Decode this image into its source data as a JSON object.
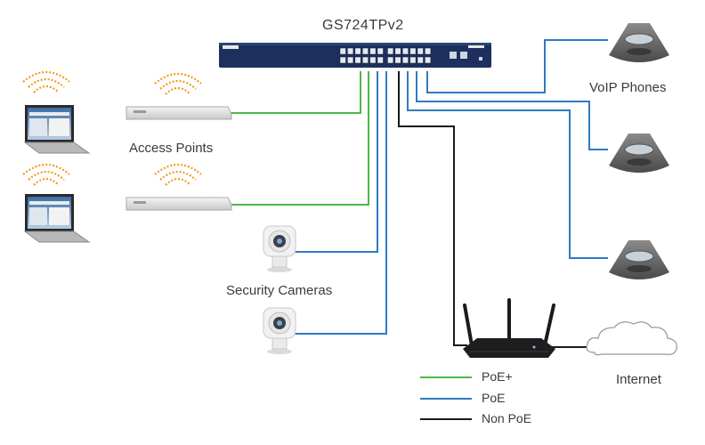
{
  "title": "GS724TPv2",
  "labels": {
    "access_points": "Access Points",
    "security_cameras": "Security Cameras",
    "voip_phones": "VoIP Phones",
    "internet": "Internet"
  },
  "legend": [
    {
      "label": "PoE+",
      "color": "#4cb848"
    },
    {
      "label": "PoE",
      "color": "#2e7bc4"
    },
    {
      "label": "Non PoE",
      "color": "#1a1a1a"
    }
  ],
  "colors": {
    "poe_plus": "#4cb848",
    "poe": "#2e7bc4",
    "non_poe": "#1a1a1a",
    "wifi": "#f39a1e",
    "switch": "#1d2f5c"
  },
  "icons": [
    "network-switch-icon",
    "laptop-icon",
    "access-point-icon",
    "wifi-signal-icon",
    "security-camera-icon",
    "conference-phone-icon",
    "router-icon",
    "cloud-icon"
  ]
}
